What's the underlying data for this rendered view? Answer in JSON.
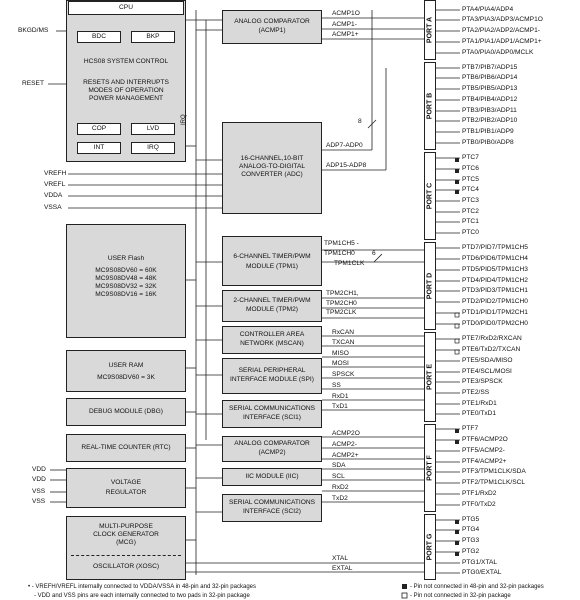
{
  "left_pins": {
    "bkgd": "BKGD/MS",
    "reset": "RESET",
    "vrefh": "VREFH",
    "vrefl": "VREFL",
    "vdda": "VDDA",
    "vssa": "VSSA",
    "vdd1": "VDD",
    "vdd2": "VDD",
    "vss1": "VSS",
    "vss2": "VSS"
  },
  "cpu_block": {
    "cpu": "CPU",
    "bdc": "BDC",
    "bkp": "BKP",
    "syscontrol": "HCS08 SYSTEM CONTROL",
    "resets_line1": "RESETS AND INTERRUPTS",
    "resets_line2": "MODES OF OPERATION",
    "resets_line3": "POWER MANAGEMENT",
    "cop": "COP",
    "lvd": "LVD",
    "int": "INT",
    "irq": "IRQ",
    "irq_pin": "IRQ"
  },
  "flash": {
    "title": "USER Flash",
    "l1": "MC9S08DV60 = 60K",
    "l2": "MC9S08DV48 = 48K",
    "l3": "MC9S08DV32 = 32K",
    "l4": "MC9S08DV16 = 16K"
  },
  "ram": {
    "title": "USER RAM",
    "l1": "MC9S08DV60 = 3K"
  },
  "dbg": "DEBUG MODULE (DBG)",
  "rtc": "REAL-TIME COUNTER (RTC)",
  "vreg": {
    "l1": "VOLTAGE",
    "l2": "REGULATOR"
  },
  "mcg": {
    "l1": "MULTI-PURPOSE",
    "l2": "CLOCK GENERATOR",
    "l3": "(MCG)",
    "osc": "OSCILLATOR (XOSC)"
  },
  "modules": {
    "acmp1_l1": "ANALOG COMPARATOR",
    "acmp1_l2": "(ACMP1)",
    "adc_l1": "16-CHANNEL,10-BIT",
    "adc_l2": "ANALOG-TO-DIGITAL",
    "adc_l3": "CONVERTER (ADC)",
    "tpm1_l1": "6-CHANNEL TIMER/PWM",
    "tpm1_l2": "MODULE (TPM1)",
    "tpm2_l1": "2-CHANNEL TIMER/PWM",
    "tpm2_l2": "MODULE (TPM2)",
    "mscan_l1": "CONTROLLER AREA",
    "mscan_l2": "NETWORK (MSCAN)",
    "spi_l1": "SERIAL PERIPHERAL",
    "spi_l2": "INTERFACE MODULE (SPI)",
    "sci1_l1": "SERIAL COMMUNICATIONS",
    "sci1_l2": "INTERFACE (SCI1)",
    "acmp2_l1": "ANALOG COMPARATOR",
    "acmp2_l2": "(ACMP2)",
    "iic": "IIC MODULE (IIC)",
    "sci2_l1": "SERIAL COMMUNICATIONS",
    "sci2_l2": "INTERFACE (SCI2)"
  },
  "signals": {
    "acmp1o": "ACMP1O",
    "acmp1m": "ACMP1-",
    "acmp1p": "ACMP1+",
    "eight": "8",
    "adp7": "ADP7-ADP0",
    "adp15": "ADP15-ADP8",
    "tpm1ch5": "TPM1CH5 -",
    "tpm1ch0": "TPM1CH0",
    "six": "6",
    "tpm1clk": "TPM1CLK",
    "tpm2ch1": "TPM2CH1,",
    "tpm2ch0": "TPM2CH0",
    "tpm2clk": "TPM2CLK",
    "rxcan": "RxCAN",
    "txcan": "TXCAN",
    "miso": "MISO",
    "mosi": "MOSI",
    "spsck": "SPSCK",
    "ss": "SS",
    "rxd1": "RxD1",
    "txd1": "TxD1",
    "acmp2o": "ACMP2O",
    "acmp2m": "ACMP2-",
    "acmp2p": "ACMP2+",
    "sda": "SDA",
    "scl": "SCL",
    "rxd2": "RxD2",
    "txd2": "TxD2",
    "xtal": "XTAL",
    "extal": "EXTAL"
  },
  "ports": {
    "a": {
      "label": "PORT A",
      "pins": [
        "PTA4/PIA4/ADP4",
        "PTA3/PIA3/ADP3/ACMP1O",
        "PTA2/PIA2/ADP2/ACMP1-",
        "PTA1/PIA1/ADP1/ACMP1+",
        "PTA0/PIA0/ADP0/MCLK"
      ]
    },
    "b": {
      "label": "PORT B",
      "pins": [
        "PTB7/PIB7/ADP15",
        "PTB6/PIB6/ADP14",
        "PTB5/PIB5/ADP13",
        "PTB4/PIB4/ADP12",
        "PTB3/PIB3/ADP11",
        "PTB2/PIB2/ADP10",
        "PTB1/PIB1/ADP9",
        "PTB0/PIB0/ADP8"
      ]
    },
    "c": {
      "label": "PORT C",
      "pins": [
        "PTC7",
        "PTC6",
        "PTC5",
        "PTC4",
        "PTC3",
        "PTC2",
        "PTC1",
        "PTC0"
      ]
    },
    "d": {
      "label": "PORT D",
      "pins": [
        "PTD7/PID7/TPM1CH5",
        "PTD6/PID6/TPM1CH4",
        "PTD5/PID5/TPM1CH3",
        "PTD4/PID4/TPM1CH2",
        "PTD3/PID3/TPM1CH1",
        "PTD2/PID2/TPM1CH0",
        "PTD1/PID1/TPM2CH1",
        "PTD0/PID0/TPM2CH0"
      ]
    },
    "e": {
      "label": "PORT E",
      "pins": [
        "PTE7/RxD2/RXCAN",
        "PTE6/TxD2/TXCAN",
        "PTE5/SDA/MISO",
        "PTE4/SCL/MOSI",
        "PTE3/SPSCK",
        "PTE2/SS",
        "PTE1/RxD1",
        "PTE0/TxD1"
      ]
    },
    "f": {
      "label": "PORT F",
      "pins": [
        "PTF7",
        "PTF6/ACMP2O",
        "PTF5/ACMP2-",
        "PTF4/ACMP2+",
        "PTF3/TPM1CLK/SDA",
        "PTF2/TPM1CLK/SCL",
        "PTF1/RxD2",
        "PTF0/TxD2"
      ]
    },
    "g": {
      "label": "PORT G",
      "pins": [
        "PTG5",
        "PTG4",
        "PTG3",
        "PTG2",
        "PTG1/XTAL",
        "PTG0/EXTAL"
      ]
    }
  },
  "footnotes": {
    "left1": "• - VREFH/VREFL internally connected to VDDA/VSSA in 48-pin and 32-pin packages",
    "left2": "- VDD and VSS pins are each internally connected to two pads in 32-pin package",
    "right1": "- Pin not connected in 48-pin and 32-pin packages",
    "right2": "- Pin not connected in 32-pin package"
  }
}
